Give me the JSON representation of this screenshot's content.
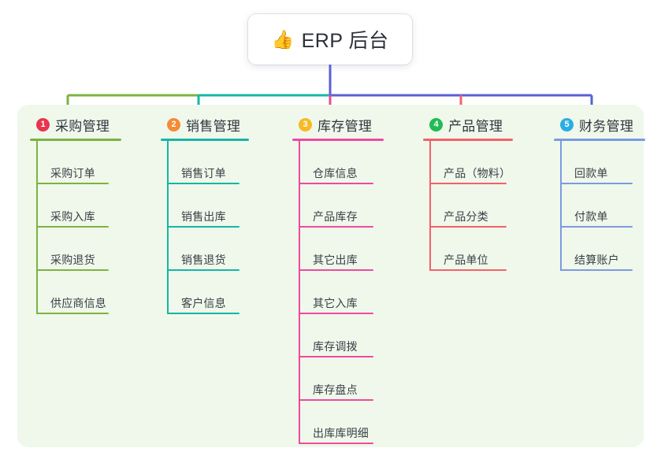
{
  "root": {
    "emoji": "👍",
    "emoji_name": "thumbs-up-icon",
    "title": "ERP 后台"
  },
  "panel": {
    "background": "#eff8ea"
  },
  "connector_colors": {
    "trunk": "#5c5fd6",
    "seg1": "#7cb342",
    "seg2": "#14b8a6",
    "seg3": "#5c5fd6",
    "stub1": "#7cb342",
    "stub2": "#14b8a6",
    "stub3": "#ec4899",
    "stub4": "#f4616a",
    "stub5": "#4f66d6"
  },
  "columns": [
    {
      "index": "1",
      "badge_color": "#e8344e",
      "line_color": "#7cb342",
      "title": "采购管理",
      "items": [
        {
          "label": "采购订单"
        },
        {
          "label": "采购入库"
        },
        {
          "label": "采购退货"
        },
        {
          "label": "供应商信息"
        }
      ]
    },
    {
      "index": "2",
      "badge_color": "#f68a36",
      "line_color": "#16b5a8",
      "title": "销售管理",
      "items": [
        {
          "label": "销售订单"
        },
        {
          "label": "销售出库"
        },
        {
          "label": "销售退货"
        },
        {
          "label": "客户信息"
        }
      ]
    },
    {
      "index": "3",
      "badge_color": "#f7b924",
      "line_color": "#ef49a1",
      "title": "库存管理",
      "items": [
        {
          "label": "仓库信息"
        },
        {
          "label": "产品库存"
        },
        {
          "label": "其它出库"
        },
        {
          "label": "其它入库"
        },
        {
          "label": "库存调拨"
        },
        {
          "label": "库存盘点"
        },
        {
          "label": "出库库明细"
        }
      ]
    },
    {
      "index": "4",
      "badge_color": "#22bb55",
      "line_color": "#f4616a",
      "title": "产品管理",
      "items": [
        {
          "label": "产品（物料）"
        },
        {
          "label": "产品分类"
        },
        {
          "label": "产品单位"
        }
      ]
    },
    {
      "index": "5",
      "badge_color": "#2aade3",
      "line_color": "#7b9ae0",
      "title": "财务管理",
      "items": [
        {
          "label": "回款单"
        },
        {
          "label": "付款单"
        },
        {
          "label": "结算账户"
        }
      ]
    }
  ]
}
